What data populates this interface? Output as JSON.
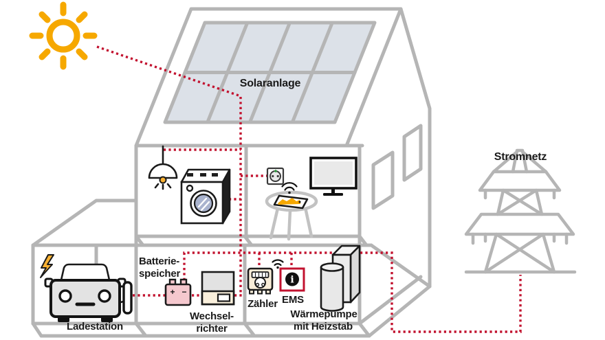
{
  "figure": {
    "type": "energy-flow-house-cutaway-diagram",
    "background": "#ffffff"
  },
  "colors": {
    "structure_gray": "#b5b5b5",
    "outline_black": "#1a1a1a",
    "flow_red": "#c2122f",
    "sun_orange": "#f6a800",
    "solar_panel_fill": "#dce1e8",
    "battery_pink": "#f5c8ce",
    "device_cream": "#f8edd8",
    "washer_glass_blue": "#a9b3ce",
    "light_gray_fill": "#e3e3e3"
  },
  "labels": {
    "solar": "Solaranlage",
    "grid": "Stromnetz",
    "charging_station": "Ladestation",
    "battery_line1": "Batterie-",
    "battery_line2": "speicher",
    "inverter_line1": "Wechsel-",
    "inverter_line2": "richter",
    "meter": "Zähler",
    "ems": "EMS",
    "heatpump_line1": "Wärmepumpe",
    "heatpump_line2": "mit Heizstab"
  },
  "symbols": {
    "battery_plus": "+",
    "battery_minus": "−",
    "ems_info": "i"
  },
  "connections": [
    "sun → solar roof panels",
    "solar panels → vertical house feed",
    "house feed → ceiling lamp, wall outlet, washing machine",
    "distribution bus → battery storage, meter (Zähler), EMS",
    "charging station ↔ battery ↔ inverter ↔ feed",
    "distribution bus → power grid pylon (Stromnetz)"
  ]
}
